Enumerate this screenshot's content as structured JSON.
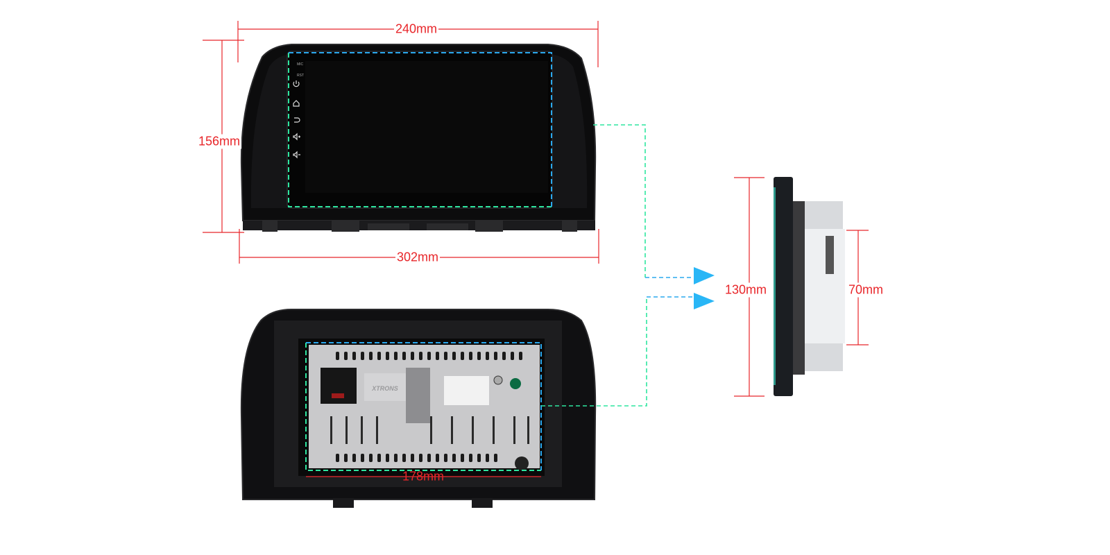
{
  "dimensions": {
    "screen_width": "240mm",
    "frame_height": "156mm",
    "frame_width": "302mm",
    "chassis_width": "178mm",
    "panel_height": "130mm",
    "depth_height": "70mm"
  },
  "front_unit": {
    "side_labels": {
      "mic": "MIC",
      "rst": "RST"
    },
    "side_icons": [
      "power-icon",
      "home-icon",
      "back-icon",
      "volume-up-icon",
      "volume-down-icon"
    ]
  },
  "rear_unit": {
    "brand_logo": "XTRONS"
  },
  "colors": {
    "dimension": "#e8262a",
    "green_dash": "#2ee6a0",
    "blue_dash": "#2aa8ee",
    "arrow": "#29b6f6"
  }
}
